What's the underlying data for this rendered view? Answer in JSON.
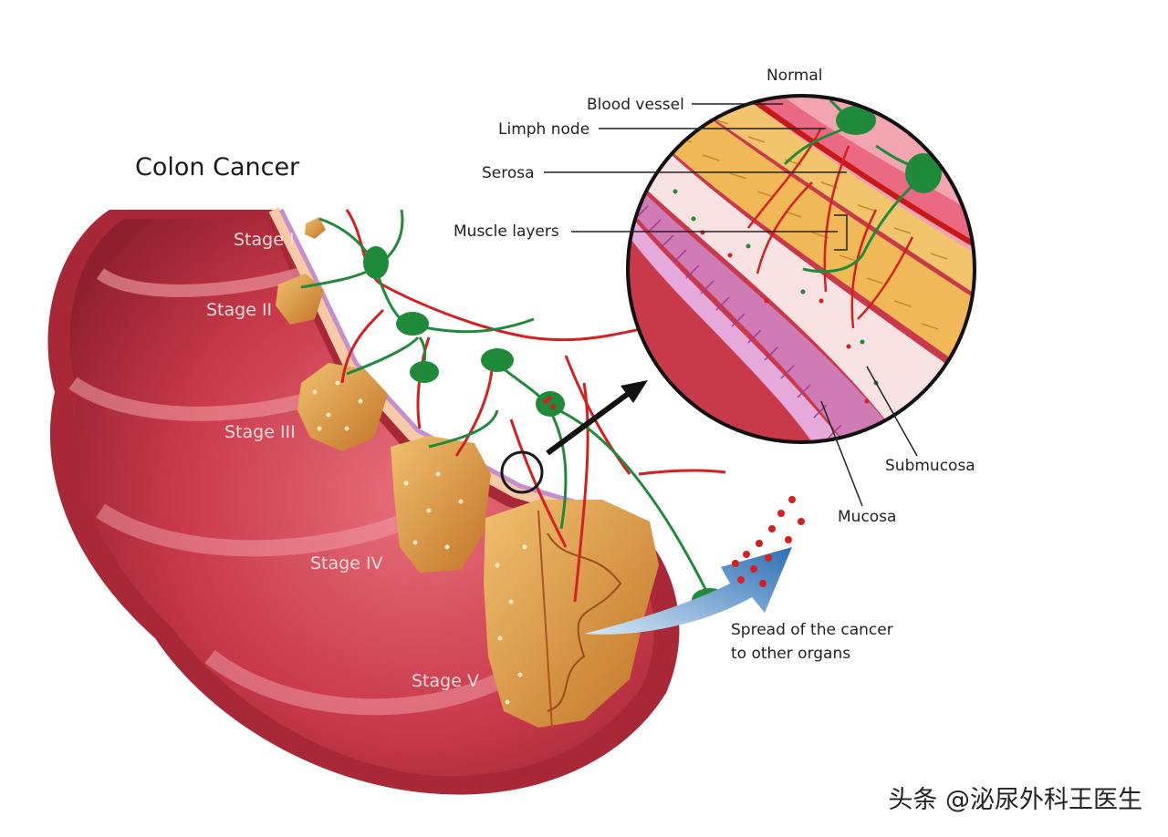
{
  "title": "Colon Cancer",
  "stages": [
    "Stage I",
    "Stage II",
    "Stage III",
    "Stage IV",
    "Stage V"
  ],
  "inset": {
    "heading": "Normal",
    "labels": {
      "blood_vessel": "Blood vessel",
      "lymph_node": "Limph node",
      "serosa": "Serosa",
      "muscle_layers": "Muscle layers",
      "submucosa": "Submucosa",
      "mucosa": "Mucosa"
    }
  },
  "spread": {
    "line1": "Spread of the cancer",
    "line2": "to other organs"
  },
  "watermark": "头条 @泌尿外科王医生",
  "colors": {
    "colon": "#c8394a",
    "colon_dark": "#8e1f2e",
    "tumor": "#d9953a",
    "vessel_red": "#d42020",
    "lymph_green": "#1f8a3a",
    "arrow_blue": "#3a7fc0"
  }
}
